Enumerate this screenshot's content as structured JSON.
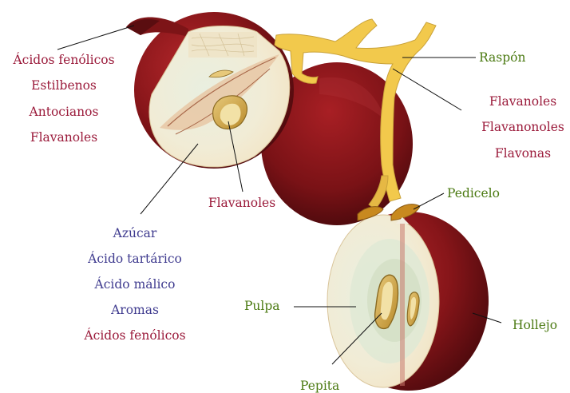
{
  "colors": {
    "skin_dark": "#5a0d10",
    "skin_mid": "#8e1a1e",
    "skin_light": "#c0392b",
    "flesh": "#f3e8cf",
    "stem": "#f2c94c",
    "pedicel": "#c8891f",
    "label_wine": "#9b1b3b",
    "label_green": "#4b7a12",
    "label_blue": "#3f3b8f"
  },
  "labels": {
    "skin_compounds": [
      "Ácidos fenólicos",
      "Estilbenos",
      "Antocianos",
      "Flavanoles"
    ],
    "seed_compounds": "Flavanoles",
    "pulp_compounds": [
      "Azúcar",
      "Ácido tartárico",
      "Ácido málico",
      "Aromas",
      "Ácidos fenólicos"
    ],
    "stem": "Raspón",
    "stem_compounds": [
      "Flavanoles",
      "Flavanonoles",
      "Flavonas"
    ],
    "pedicel": "Pedicelo",
    "pulp": "Pulpa",
    "skin": "Hollejo",
    "seed": "Pepita"
  }
}
